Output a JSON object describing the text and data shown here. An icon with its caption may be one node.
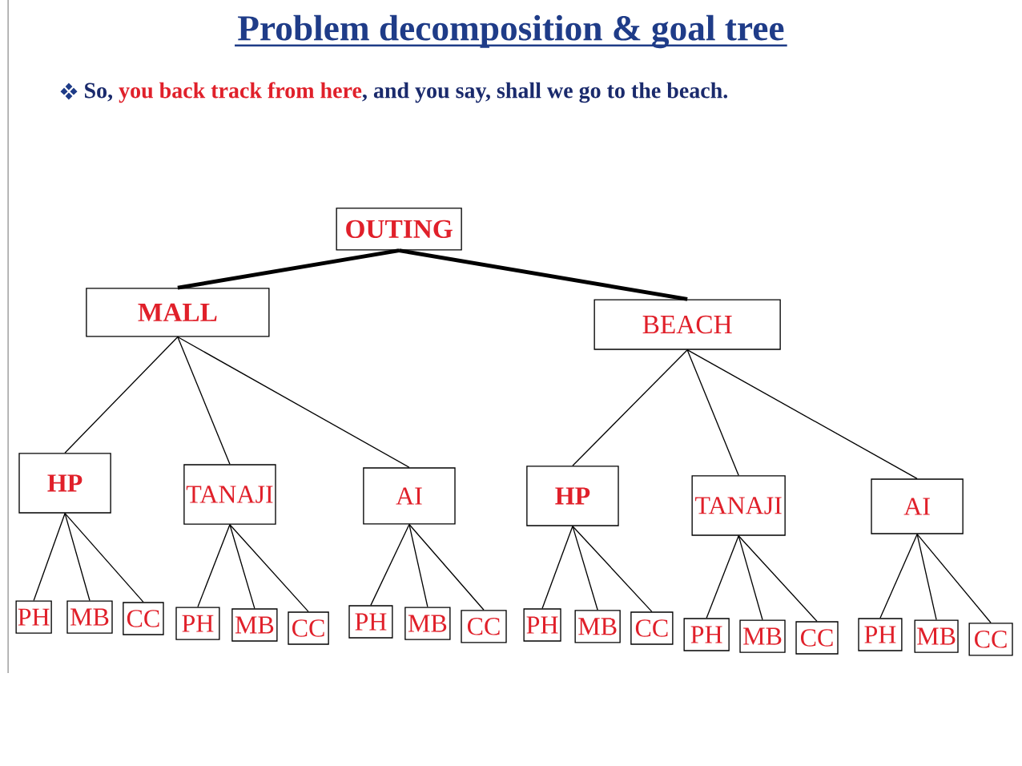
{
  "diagram": {
    "title": "Problem decomposition & goal tree",
    "nodes": [
      {
        "text": [
          "OUTING"
        ]
      },
      {
        "text": [
          "MALL"
        ]
      },
      {
        "text": [
          "BEACH"
        ]
      },
      {
        "text": [
          "HP"
        ]
      },
      {
        "text": [
          "TANAJI"
        ]
      },
      {
        "text": [
          "AI"
        ]
      },
      {
        "text": [
          "HP"
        ]
      },
      {
        "text": [
          "TANAJI"
        ]
      },
      {
        "text": [
          "AI"
        ]
      },
      {
        "text": [
          "PH"
        ]
      },
      {
        "text": [
          "MB"
        ]
      },
      {
        "text": [
          "CC"
        ]
      },
      {
        "text": [
          "PH"
        ]
      },
      {
        "text": [
          "MB"
        ]
      },
      {
        "text": [
          "CC"
        ]
      },
      {
        "text": [
          "PH"
        ]
      },
      {
        "text": [
          "MB"
        ]
      },
      {
        "text": [
          "CC"
        ]
      },
      {
        "text": [
          "PH"
        ]
      },
      {
        "text": [
          "MB"
        ]
      },
      {
        "text": [
          "CC"
        ]
      },
      {
        "text": [
          "PH"
        ]
      },
      {
        "text": [
          "MB"
        ]
      },
      {
        "text": [
          "CC"
        ]
      },
      {
        "text": [
          "PH"
        ]
      },
      {
        "text": [
          "MB"
        ]
      },
      {
        "text": [
          "CC"
        ]
      }
    ],
    "edges": [
      {
        "from": 0,
        "to": 1,
        "arrow": "none",
        "style": "thick"
      },
      {
        "from": 0,
        "to": 2,
        "arrow": "none",
        "style": "thick"
      },
      {
        "from": 1,
        "to": 3,
        "arrow": "none"
      },
      {
        "from": 1,
        "to": 4,
        "arrow": "none"
      },
      {
        "from": 1,
        "to": 5,
        "arrow": "none"
      },
      {
        "from": 2,
        "to": 6,
        "arrow": "none"
      },
      {
        "from": 2,
        "to": 7,
        "arrow": "none"
      },
      {
        "from": 2,
        "to": 8,
        "arrow": "none"
      },
      {
        "from": 3,
        "to": 9,
        "arrow": "none"
      },
      {
        "from": 3,
        "to": 10,
        "arrow": "none"
      },
      {
        "from": 3,
        "to": 11,
        "arrow": "none"
      },
      {
        "from": 4,
        "to": 12,
        "arrow": "none"
      },
      {
        "from": 4,
        "to": 13,
        "arrow": "none"
      },
      {
        "from": 4,
        "to": 14,
        "arrow": "none"
      },
      {
        "from": 5,
        "to": 15,
        "arrow": "none"
      },
      {
        "from": 5,
        "to": 16,
        "arrow": "none"
      },
      {
        "from": 5,
        "to": 17,
        "arrow": "none"
      },
      {
        "from": 6,
        "to": 18,
        "arrow": "none"
      },
      {
        "from": 6,
        "to": 19,
        "arrow": "none"
      },
      {
        "from": 6,
        "to": 20,
        "arrow": "none"
      },
      {
        "from": 7,
        "to": 21,
        "arrow": "none"
      },
      {
        "from": 7,
        "to": 22,
        "arrow": "none"
      },
      {
        "from": 7,
        "to": 23,
        "arrow": "none"
      },
      {
        "from": 8,
        "to": 24,
        "arrow": "none"
      },
      {
        "from": 8,
        "to": 25,
        "arrow": "none"
      },
      {
        "from": 8,
        "to": 26,
        "arrow": "none"
      }
    ],
    "labels": [
      "So,",
      "you back track from here",
      ", and you say, shall we go to the beach."
    ]
  }
}
